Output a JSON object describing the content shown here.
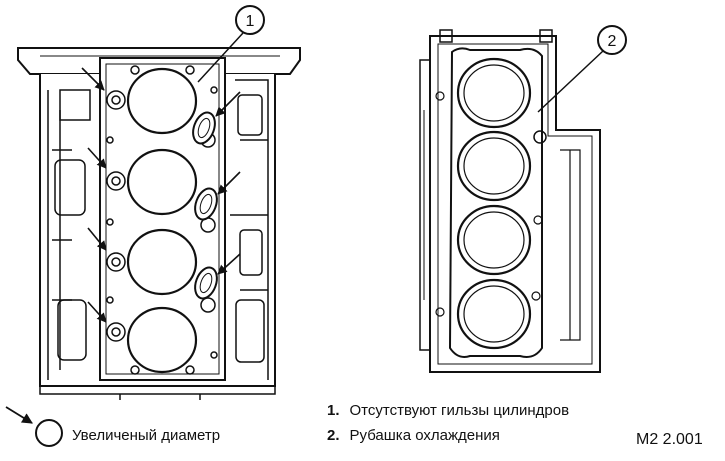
{
  "callouts": [
    {
      "number": "1"
    },
    {
      "number": "2"
    }
  ],
  "legend": {
    "marker_label": "Увеличеный диаметр",
    "items": [
      {
        "number": "1.",
        "text": "Отсутствуют гильзы цилиндров"
      },
      {
        "number": "2.",
        "text": "Рубашка охлаждения"
      }
    ]
  },
  "figure_code": "M2 2.001",
  "icons": {
    "arrow": "arrow-pointer-icon",
    "circle": "enlarged-diameter-circle-icon"
  },
  "colors": {
    "line": "#111111",
    "background": "#ffffff"
  }
}
